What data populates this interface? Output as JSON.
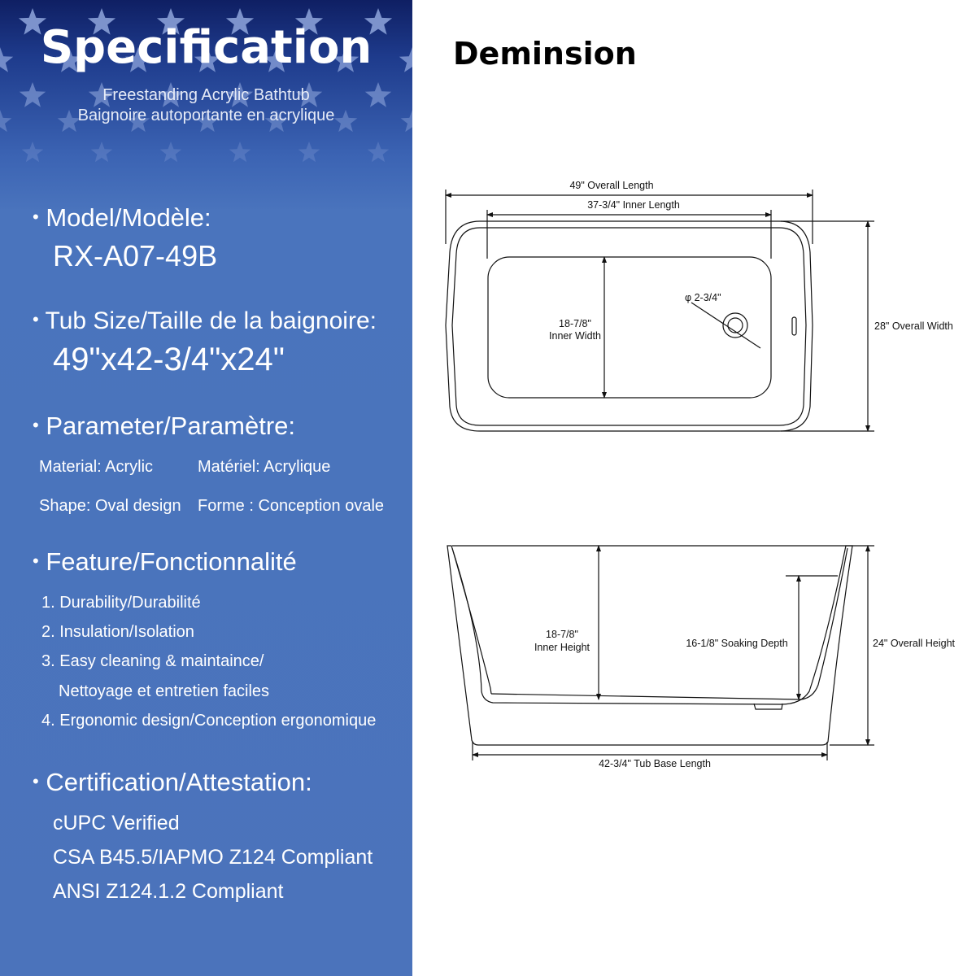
{
  "left": {
    "title": "Specification",
    "subtitle_en": "Freestanding Acrylic Bathtub",
    "subtitle_fr": "Baignoire autoportante en acrylique",
    "model_heading": "Model/Modèle:",
    "model_value": "RX-A07-49B",
    "size_heading": "Tub Size/Taille de la baignoire:",
    "size_value": "49\"x42-3/4\"x24\"",
    "param_heading": "Parameter/Paramètre:",
    "params": [
      {
        "en": "Material: Acrylic",
        "fr": "Matériel: Acrylique"
      },
      {
        "en": "Shape: Oval design",
        "fr": "Forme : Conception ovale"
      }
    ],
    "feature_heading": "Feature/Fonctionnalité",
    "features": [
      "1. Durability/Durabilité",
      "2. Insulation/Isolation",
      "3. Easy cleaning & maintaince/",
      "Nettoyage et entretien faciles",
      "4. Ergonomic design/Conception ergonomique"
    ],
    "cert_heading": "Certification/Attestation:",
    "certs": [
      "cUPC Verified",
      "CSA B45.5/IAPMO Z124 Compliant",
      "ANSI Z124.1.2 Compliant"
    ]
  },
  "right": {
    "title": "Deminsion",
    "top_view": {
      "overall_length": "49\" Overall Length",
      "inner_length": "37-3/4\" Inner Length",
      "inner_width": [
        "18-7/8\"",
        "Inner Width"
      ],
      "drain": "φ 2-3/4\"",
      "overall_width": "28\" Overall Width"
    },
    "side_view": {
      "inner_height": [
        "18-7/8\"",
        "Inner Height"
      ],
      "soaking_depth": "16-1/8\" Soaking Depth",
      "overall_height": "24\" Overall Height",
      "base_length": "42-3/4\" Tub Base Length"
    }
  },
  "colors": {
    "panel_top": "#0f1f63",
    "panel_main": "#4b73bb",
    "text_light": "#ffffff",
    "line": "#111111"
  }
}
